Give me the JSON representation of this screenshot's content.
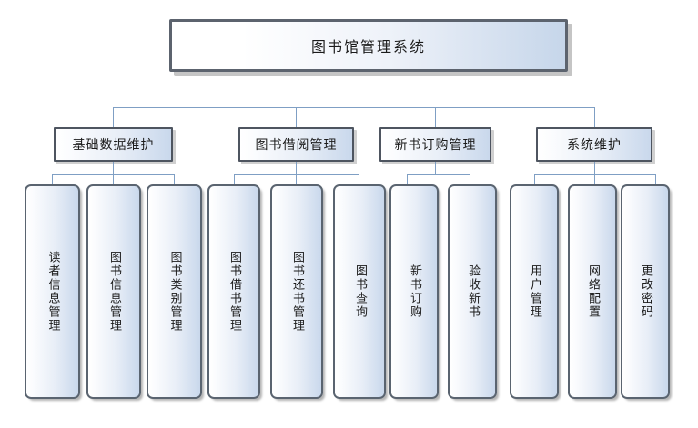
{
  "diagram": {
    "type": "organization-chart",
    "title": "图书馆管理系统",
    "root": {
      "label": "图书馆管理系统"
    },
    "level2": [
      {
        "label": "基础数据维护"
      },
      {
        "label": "图书借阅管理"
      },
      {
        "label": "新书订购管理"
      },
      {
        "label": "系统维护"
      }
    ],
    "leaves": [
      {
        "label": "读者信息管理",
        "group": "基础数据维护"
      },
      {
        "label": "图书信息管理",
        "group": "基础数据维护"
      },
      {
        "label": "图书类别管理",
        "group": "基础数据维护"
      },
      {
        "label": "图书借书管理",
        "group": "图书借阅管理"
      },
      {
        "label": "图书还书管理",
        "group": "图书借阅管理"
      },
      {
        "label": "图书查询",
        "group": "图书借阅管理"
      },
      {
        "label": "新书订购",
        "group": "新书订购管理"
      },
      {
        "label": "验收新书",
        "group": "新书订购管理"
      },
      {
        "label": "用户管理",
        "group": "系统维护"
      },
      {
        "label": "网络配置",
        "group": "系统维护"
      },
      {
        "label": "更改密码",
        "group": "系统维护"
      }
    ],
    "colors": {
      "connector": "#7f9fc4",
      "box_border": "#5a6470",
      "root_border": "#5c636e",
      "fill_light": "#ffffff",
      "fill_dark": "#c9d8ec",
      "background": "#ffffff",
      "text": "#1b1b1b"
    }
  }
}
